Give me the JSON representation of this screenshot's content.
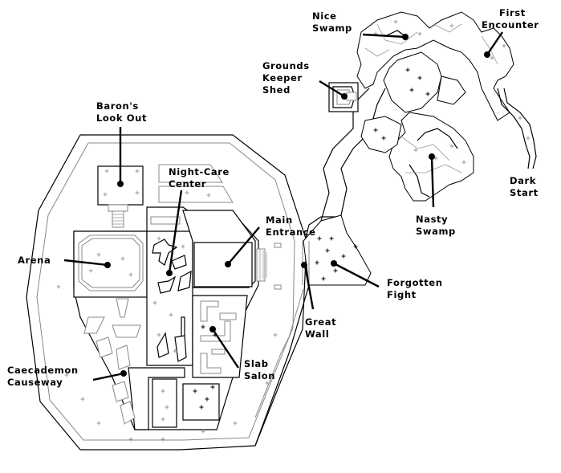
{
  "map": {
    "title": "Fortress and swamp overview map",
    "locations": [
      {
        "id": "nice-swamp",
        "lines": [
          "Nice",
          "Swamp"
        ]
      },
      {
        "id": "first-encounter",
        "lines": [
          "First",
          "Encounter"
        ]
      },
      {
        "id": "grounds-keeper-shed",
        "lines": [
          "Grounds",
          "Keeper",
          "Shed"
        ]
      },
      {
        "id": "barons-look-out",
        "lines": [
          "Baron's",
          "Look Out"
        ]
      },
      {
        "id": "night-care-center",
        "lines": [
          "Night-Care",
          "Center"
        ]
      },
      {
        "id": "main-entrance",
        "lines": [
          "Main",
          "Entrance"
        ]
      },
      {
        "id": "dark-start",
        "lines": [
          "Dark",
          "Start"
        ]
      },
      {
        "id": "nasty-swamp",
        "lines": [
          "Nasty",
          "Swamp"
        ]
      },
      {
        "id": "arena",
        "lines": [
          "Arena"
        ]
      },
      {
        "id": "forgotten-fight",
        "lines": [
          "Forgotten",
          "Fight"
        ]
      },
      {
        "id": "great-wall",
        "lines": [
          "Great",
          "Wall"
        ]
      },
      {
        "id": "caecademon-causeway",
        "lines": [
          "Caecademon",
          "Causeway"
        ]
      },
      {
        "id": "slab-salon",
        "lines": [
          "Slab",
          "Salon"
        ]
      }
    ],
    "colors": {
      "ink": "#000000",
      "grid": "#888888",
      "background": "#ffffff"
    }
  }
}
